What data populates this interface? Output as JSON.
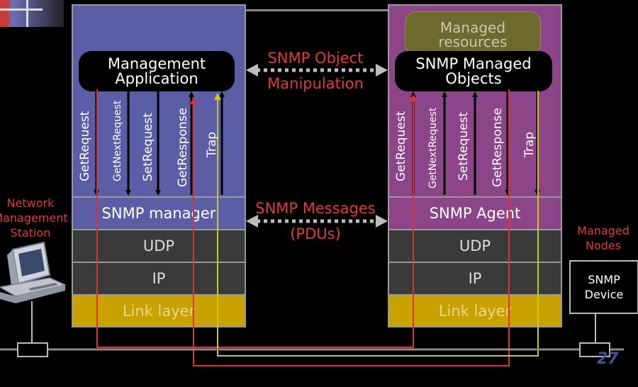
{
  "manager": {
    "application": "Management\nApplication",
    "layer_snmp": "SNMP manager",
    "layer_udp": "UDP",
    "layer_ip": "IP",
    "layer_link": "Link layer",
    "messages": [
      "GetRequest",
      "GetNextRequest",
      "SetRequest",
      "GetResponse",
      "Trap"
    ]
  },
  "agent": {
    "resources": "Managed\nresources",
    "objects": "SNMP Managed\nObjects",
    "layer_snmp": "SNMP Agent",
    "layer_udp": "UDP",
    "layer_ip": "IP",
    "layer_link": "Link layer",
    "messages": [
      "GetRequest",
      "GetNextRequest",
      "SetRequest",
      "GetResponse",
      "Trap"
    ]
  },
  "middle": {
    "object_manipulation": "SNMP Object\nManipulation",
    "messages": "SNMP Messages\n(PDUs)"
  },
  "side": {
    "nms_label": "Network\nManagement\nStation",
    "managed_nodes": "Managed\nNodes",
    "device": "SNMP\nDevice"
  },
  "page_number": "27",
  "colors": {
    "manager_panel": "#5b5ea6",
    "agent_panel": "#8c4589",
    "resources": "#6d6a2e",
    "layer_dark": "#3a3a3a",
    "link_layer": "#c9a200",
    "red_text": "#e03a3a",
    "red_path": "#e03030",
    "yellow_path": "#c8c820"
  }
}
